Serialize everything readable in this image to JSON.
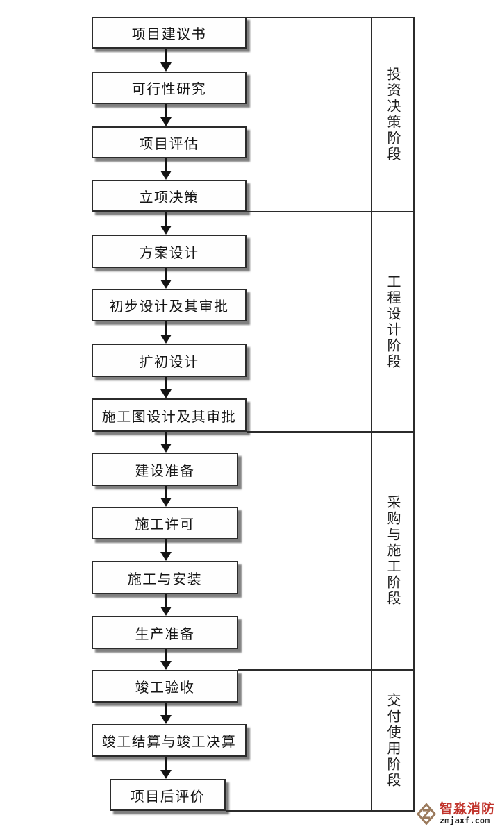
{
  "flow": {
    "steps": [
      {
        "label": "项目建议书"
      },
      {
        "label": "可行性研究"
      },
      {
        "label": "项目评估"
      },
      {
        "label": "立项决策"
      },
      {
        "label": "方案设计"
      },
      {
        "label": "初步设计及其审批"
      },
      {
        "label": "扩初设计"
      },
      {
        "label": "施工图设计及其审批"
      },
      {
        "label": "建设准备"
      },
      {
        "label": "施工许可"
      },
      {
        "label": "施工与安装"
      },
      {
        "label": "生产准备"
      },
      {
        "label": "竣工验收"
      },
      {
        "label": "竣工结算与竣工决算"
      },
      {
        "label": "项目后评价"
      }
    ]
  },
  "phases": [
    {
      "label": "投资决策阶段"
    },
    {
      "label": "工程设计阶段"
    },
    {
      "label": "采购与施工阶段"
    },
    {
      "label": "交付使用阶段"
    }
  ],
  "logo": {
    "brand": "智淼消防",
    "domain": "zmjaxf.com"
  },
  "colors": {
    "ink": "#2b2b2b",
    "brand_red": "#c1332b",
    "logo_tan": "#9b7a5c",
    "shadow_gray": "#686868"
  }
}
